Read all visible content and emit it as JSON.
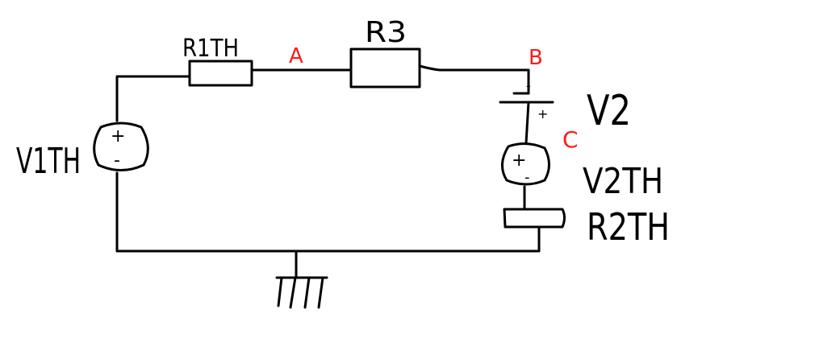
{
  "diagram": {
    "title": "Thevenin equivalent circuit sketch",
    "colors": {
      "wire": "#000000",
      "node_label": "#ff1a1a"
    },
    "labels": {
      "v1th": "V1TH",
      "r1th": "R1TH",
      "r3": "R3",
      "v2": "V2",
      "v2th": "V2TH",
      "r2th": "R2TH"
    },
    "nodes": {
      "a": "A",
      "b": "B",
      "c": "C"
    },
    "polarity": {
      "plus": "+",
      "minus": "-"
    }
  }
}
